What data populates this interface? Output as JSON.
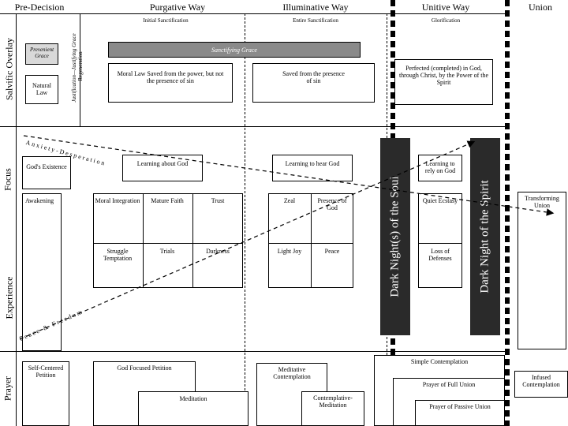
{
  "columns": {
    "pre_decision": "Pre-Decision",
    "purgative": "Purgative Way",
    "illuminative": "Illuminative Way",
    "unitive": "Unitive Way",
    "union": "Union"
  },
  "subheaders": {
    "initial": "Initial Sanctification",
    "entire": "Entire Sanctification",
    "glorification": "Glorification"
  },
  "rows": {
    "salvific": "Salvific Overlay",
    "focus": "Focus",
    "experience": "Experience",
    "prayer": "Prayer"
  },
  "salvific": {
    "prevenient": "Prevenient Grace",
    "natural_law": "Natural Law",
    "justification": "Justification—Justifying Grace",
    "regeneration": "Regeneration",
    "sanctifying": "Sanctifying Grace",
    "moral_law": "Moral Law Saved from the power, but not the presence of sin",
    "saved_presence": "Saved from the presence of sin",
    "perfected": "Perfected (completed) in God, through Christ, by the Power of the Spirit"
  },
  "focus": {
    "gods_existence": "God's Existence",
    "learning_about": "Learning about God",
    "learning_hear": "Learning to hear God",
    "learning_rely": "Learning to rely on God",
    "anxiety_arrow": "Anxiety-Desperation"
  },
  "experience": {
    "awakening": "Awakening",
    "moral_integration": "Moral Integration",
    "mature_faith": "Mature Faith",
    "trust": "Trust",
    "zeal": "Zeal",
    "presence_of_god": "Presence of God",
    "quiet_ecstasy": "Quiet Ecstasy",
    "transforming_union": "Transforming Union",
    "struggle": "Struggle Temptation",
    "trials": "Trials",
    "darkness": "Darkness",
    "light_joy": "Light Joy",
    "peace": "Peace",
    "loss_defenses": "Loss of Defenses",
    "peace_freedom_arrow": "Peace & Freedom"
  },
  "dark_nights": {
    "soul": "Dark Night(s) of the Soul",
    "spirit": "Dark Night of the Spirit"
  },
  "prayer": {
    "self_centered": "Self-Centered Petition",
    "god_focused": "God Focused Petition",
    "meditation": "Meditation",
    "meditative_contemplation": "Meditative Contemplation",
    "contemplative_meditation": "Contemplative-Meditation",
    "simple_contemplation": "Simple Contemplation",
    "prayer_full_union": "Prayer of Full Union",
    "prayer_passive_union": "Prayer of Passive Union",
    "infused_contemplation": "Infused Contemplation"
  }
}
